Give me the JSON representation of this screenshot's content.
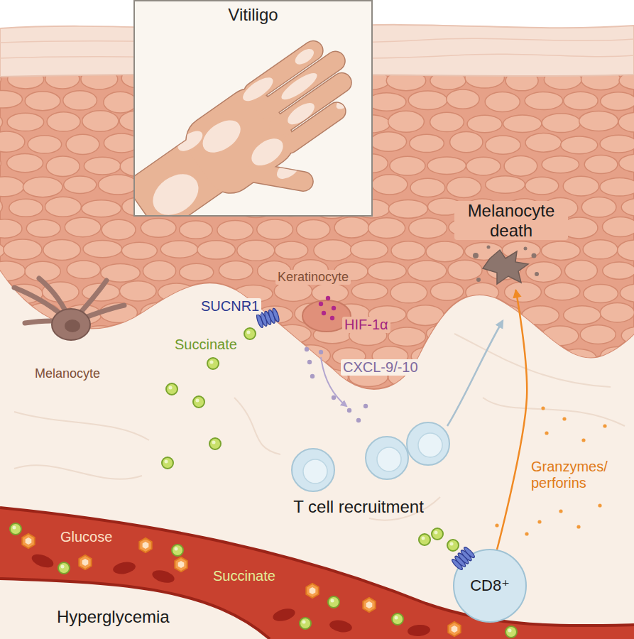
{
  "diagram": {
    "nodes": [
      {
        "text": [
          "Vitiligo"
        ]
      },
      {
        "text": [
          "Melanocyte death"
        ]
      },
      {
        "text": [
          "CD8⁺"
        ]
      }
    ],
    "edges": [
      {
        "from": 2,
        "to": 1,
        "arrow": "to"
      }
    ],
    "labels": [
      "Keratinocyte",
      "SUCNR1",
      "HIF-1α",
      "Succinate",
      "Melanocyte",
      "CXCL-9/-10",
      "T cell recruitment",
      "Granzymes/ perforins",
      "Glucose",
      "Succinate",
      "Hyperglycemia"
    ]
  }
}
